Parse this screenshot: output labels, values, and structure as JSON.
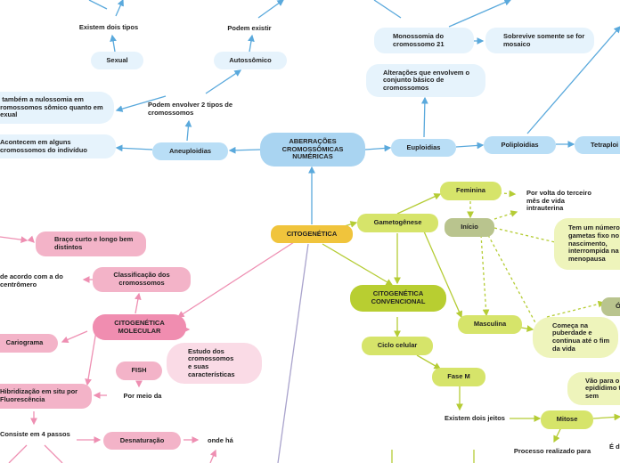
{
  "nodes": {
    "root": "CITOGENÉTICA",
    "aberracoes": "ABERRAÇÕES CROMOSSÔMICAS NUMÉRICAS",
    "aneuploidias": "Aneuploidias",
    "euploidias": "Euploidias",
    "poliploidias": "Poliploidias",
    "tetraploidia": "Tetraploi",
    "podem_envolver": "Podem envolver 2 tipos de cromossomos",
    "acontecem": "Acontecem em alguns cromossomos do indivíduo",
    "nulissomia": "e também a nulossomia em cromossomos sômico quanto em sexual",
    "sexual": "Sexual",
    "autossomico": "Autossômico",
    "existem_dois_tipos": "Existem dois tipos",
    "podem_existir": "Podem existir",
    "monossomia": "Monossomia do cromossomo 21",
    "sobrevive": "Sobrevive somente se for mosaico",
    "alteracoes": "Alterações que envolvem o conjunto básico de cromossomos",
    "citogenetica_convencional": "CITOGENÉTICA CONVENCIONAL",
    "gametogenese": "Gametogênese",
    "feminina": "Feminina",
    "inicio": "Início",
    "por_volta": "Por volta do terceiro mês de vida intrauterina",
    "tem_numero": "Tem um número de gametas fixo no nascimento, interrompida na menopausa",
    "masculina": "Masculina",
    "comeca": "Começa na puberdade e continua até o fim da vida",
    "oo": "Ó",
    "ciclo_celular": "Ciclo celular",
    "fase_m": "Fase M",
    "existem_dois_jeitos": "Existem dois jeitos",
    "mitose": "Mitose",
    "processo": "Processo realizado para",
    "vao_para": "Vão para o epidídimo tubos sem",
    "e_d": "É d",
    "citogenetica_molecular": "CITOGENÉTICA MOLECULAR",
    "classificacao": "Classificação dos cromossomos",
    "braco_curto": "Braço curto e longo bem distintos",
    "de_acordo": "de acordo com a do centrômero",
    "cariograma": "Cariograma",
    "fish": "FISH",
    "estudo": "Estudo dos cromossomos e suas características",
    "por_meio": "Por meio da",
    "hibridizacao": "Hibridização em situ por Fluorescência",
    "consiste": "Consiste em 4 passos",
    "desnaturacao": "Desnaturação",
    "onde_ha": "onde há"
  },
  "colors": {
    "blue_edge": "#5aa9dc",
    "green_edge": "#b5cc35",
    "pink_edge": "#ee8fb2",
    "purple_edge": "#a9a3cc"
  }
}
